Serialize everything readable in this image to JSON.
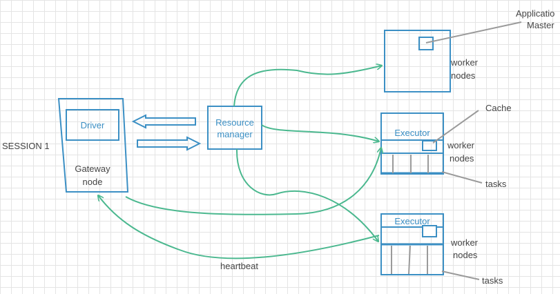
{
  "session_label": "SESSION 1",
  "gateway": {
    "driver_label": "Driver",
    "line1": "Gateway",
    "line2": "node"
  },
  "resource_manager": {
    "line1": "Resource",
    "line2": "manager"
  },
  "app_master": {
    "line1": "Applicatio",
    "line2": "Master"
  },
  "worker_label": {
    "line1": "worker",
    "line2": "nodes"
  },
  "executor_label": "Executor",
  "cache_label": "Cache",
  "tasks_label": "tasks",
  "heartbeat_label": "heartbeat",
  "colors": {
    "box": "#3b8fc4",
    "flow": "#4bb88f",
    "pointer": "#9a9a9a",
    "text": "#444444"
  }
}
